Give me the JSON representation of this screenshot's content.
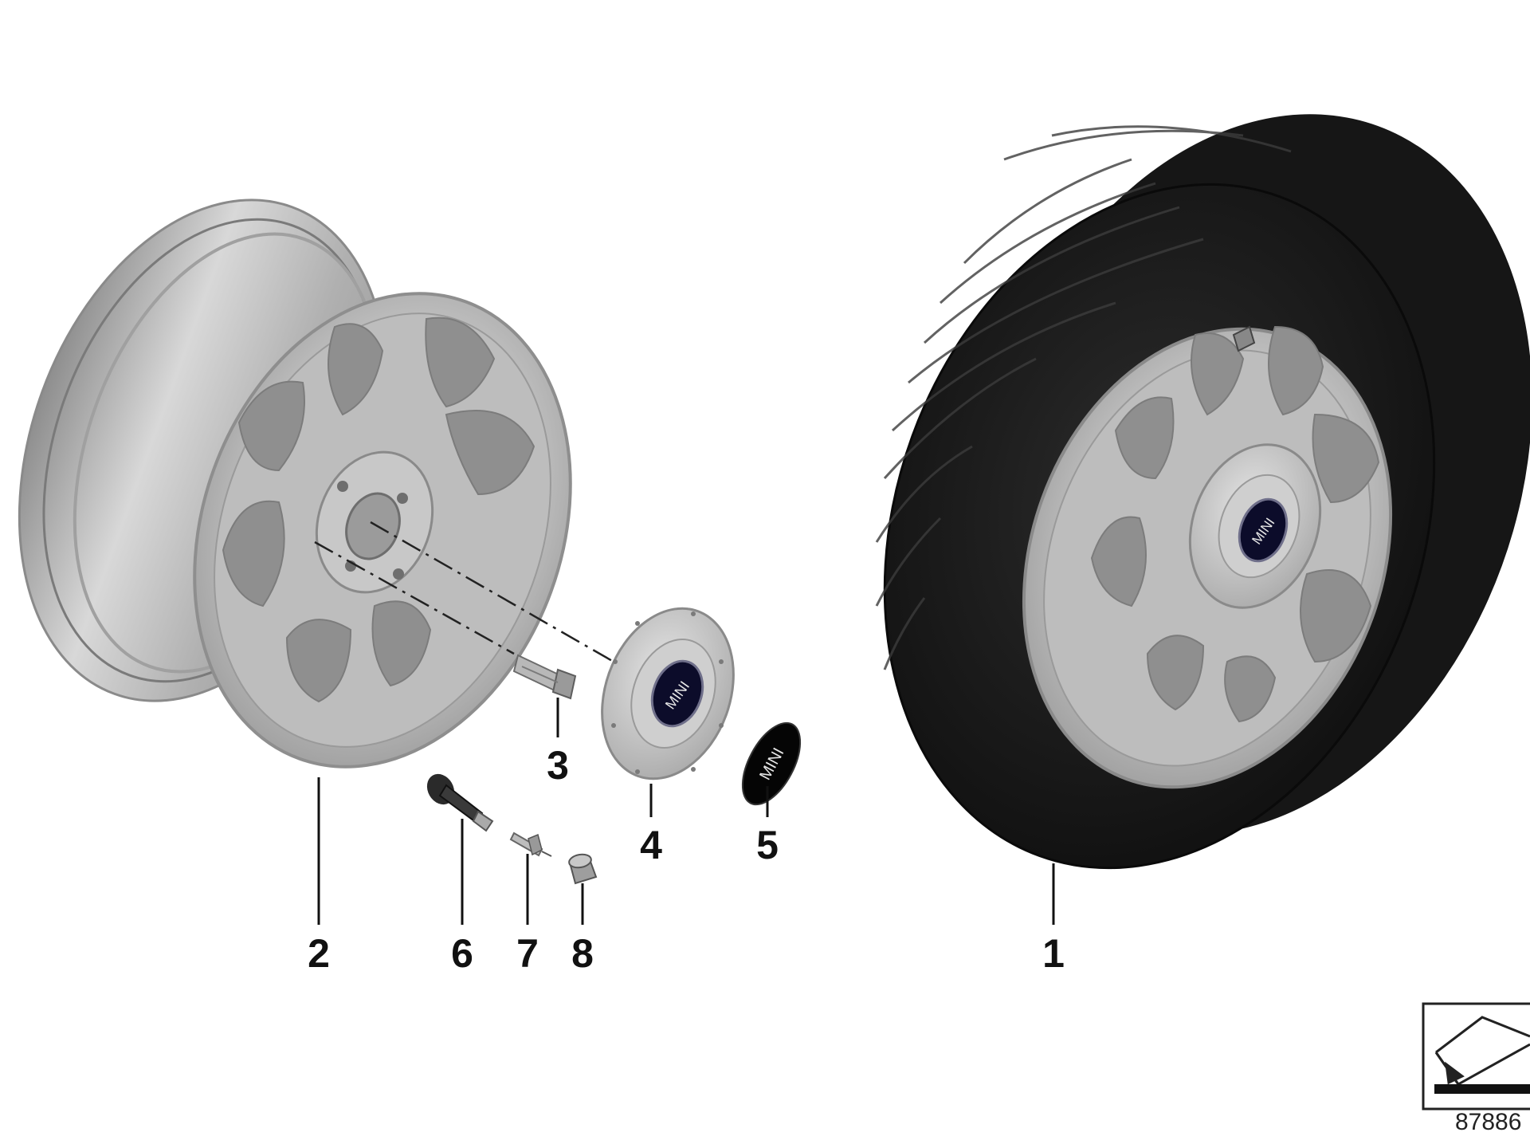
{
  "diagram": {
    "parts": [
      {
        "number": "1",
        "name": "wheel-tire-assembly"
      },
      {
        "number": "2",
        "name": "alloy-rim"
      },
      {
        "number": "3",
        "name": "wheel-bolt"
      },
      {
        "number": "4",
        "name": "hub-cap"
      },
      {
        "number": "5",
        "name": "emblem"
      },
      {
        "number": "6",
        "name": "valve"
      },
      {
        "number": "7",
        "name": "valve-insert"
      },
      {
        "number": "8",
        "name": "valve-cap"
      }
    ],
    "brand_logo_text": "MINI",
    "reference_number": "87886",
    "colors": {
      "tire": "#1b1b1b",
      "rim": "#c9c9c9",
      "logo_badge": "#0c0c2a",
      "callout": "#111111"
    }
  }
}
